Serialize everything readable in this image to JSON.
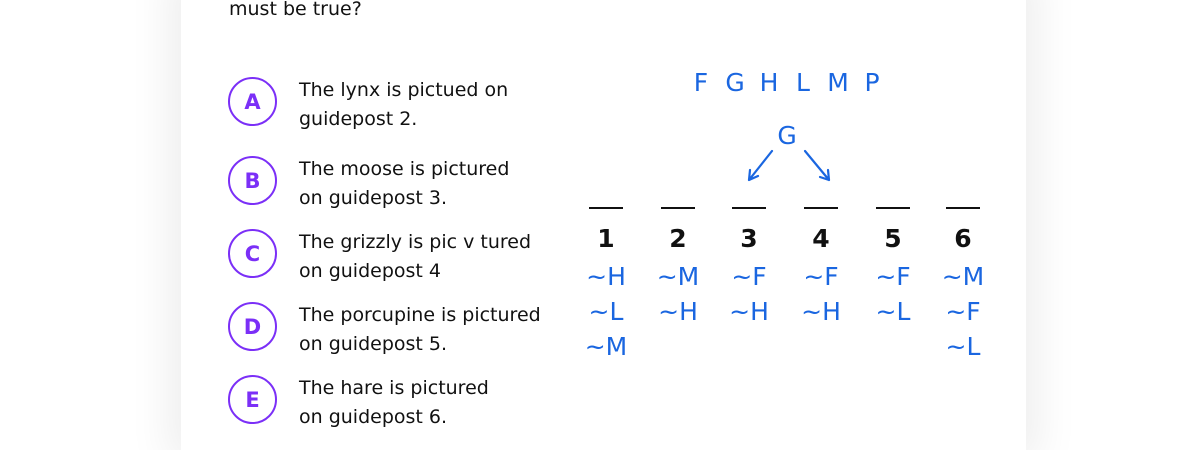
{
  "question_tail": "must be true?",
  "options": [
    {
      "letter": "A",
      "line1": "The lynx is pictued on",
      "line2": "guidepost 2."
    },
    {
      "letter": "B",
      "line1": "The moose is pictured",
      "line2": "on guidepost 3."
    },
    {
      "letter": "C",
      "line1": "The grizzly is pic v tured",
      "line2": "on guidepost 4"
    },
    {
      "letter": "D",
      "line1": "The porcupine is pictured",
      "line2": "on guidepost 5."
    },
    {
      "letter": "E",
      "line1": "The hare is pictured",
      "line2": "on guidepost 6."
    }
  ],
  "diagram": {
    "letters": [
      "F",
      "G",
      "H",
      "L",
      "M",
      "P"
    ],
    "g_label": "G",
    "positions": [
      "1",
      "2",
      "3",
      "4",
      "5",
      "6"
    ],
    "exclusions": [
      [
        "~H",
        "~L",
        "~M"
      ],
      [
        "~M",
        "~H"
      ],
      [
        "~F",
        "~H"
      ],
      [
        "~F",
        "~H"
      ],
      [
        "~F",
        "~L"
      ],
      [
        "~M",
        "~F",
        "~L"
      ]
    ]
  },
  "colors": {
    "accent": "#7b2ff7",
    "handwriting": "#1a66e0"
  }
}
